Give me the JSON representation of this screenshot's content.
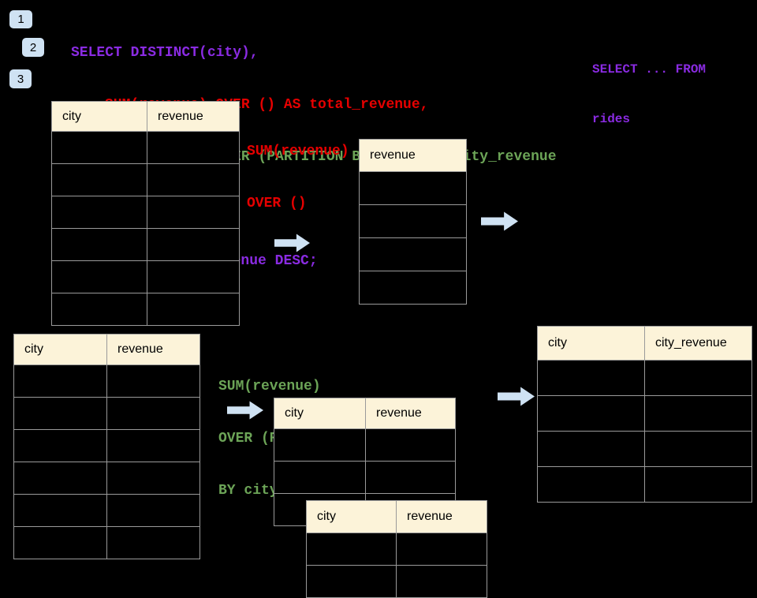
{
  "colors": {
    "background": "#000000",
    "sql_purple": "#8A2BE2",
    "sql_red": "#E60000",
    "sql_green": "#6CA457",
    "table_header_bg": "#FCF3D9",
    "table_border": "#9a9a9a",
    "arrow_blue": "#CFE2F3",
    "badge_bg": "#CFE2F3"
  },
  "badges": [
    "1",
    "2",
    "3"
  ],
  "sql_code": {
    "lines": [
      {
        "text": "SELECT DISTINCT(city),",
        "color": "purple",
        "indent": 0
      },
      {
        "text": "SUM(revenue) OVER () AS total_revenue,",
        "color": "red",
        "indent": 4
      },
      {
        "text": "SUM(revenue) OVER (PARTITION BY city) as city_revenue",
        "color": "green",
        "indent": 4
      },
      {
        "text": "FROM rides",
        "color": "purple",
        "indent": 2
      },
      {
        "text": "ORDER by city_revenue DESC;",
        "color": "purple",
        "indent": 2
      }
    ]
  },
  "side_note_lines": [
    "SELECT ... FROM",
    "rides"
  ],
  "window_labels": {
    "total": [
      "SUM(revenue)",
      "OVER ()"
    ],
    "partition": [
      "SUM(revenue)",
      "OVER (PARTITION",
      "BY city)"
    ]
  },
  "tables": {
    "source_top": {
      "columns": [
        "city",
        "revenue"
      ],
      "body_rows": 6
    },
    "total_revenue_result": {
      "columns": [
        "revenue"
      ],
      "body_rows": 4
    },
    "source_bottom": {
      "columns": [
        "city",
        "revenue"
      ],
      "body_rows": 6
    },
    "partition_step": {
      "columns": [
        "city",
        "revenue"
      ],
      "body_rows": 3
    },
    "partition_step_overlay": {
      "columns": [
        "city",
        "revenue"
      ],
      "body_rows": 2
    },
    "city_revenue_result": {
      "columns": [
        "city",
        "city_revenue"
      ],
      "body_rows": 4
    }
  }
}
